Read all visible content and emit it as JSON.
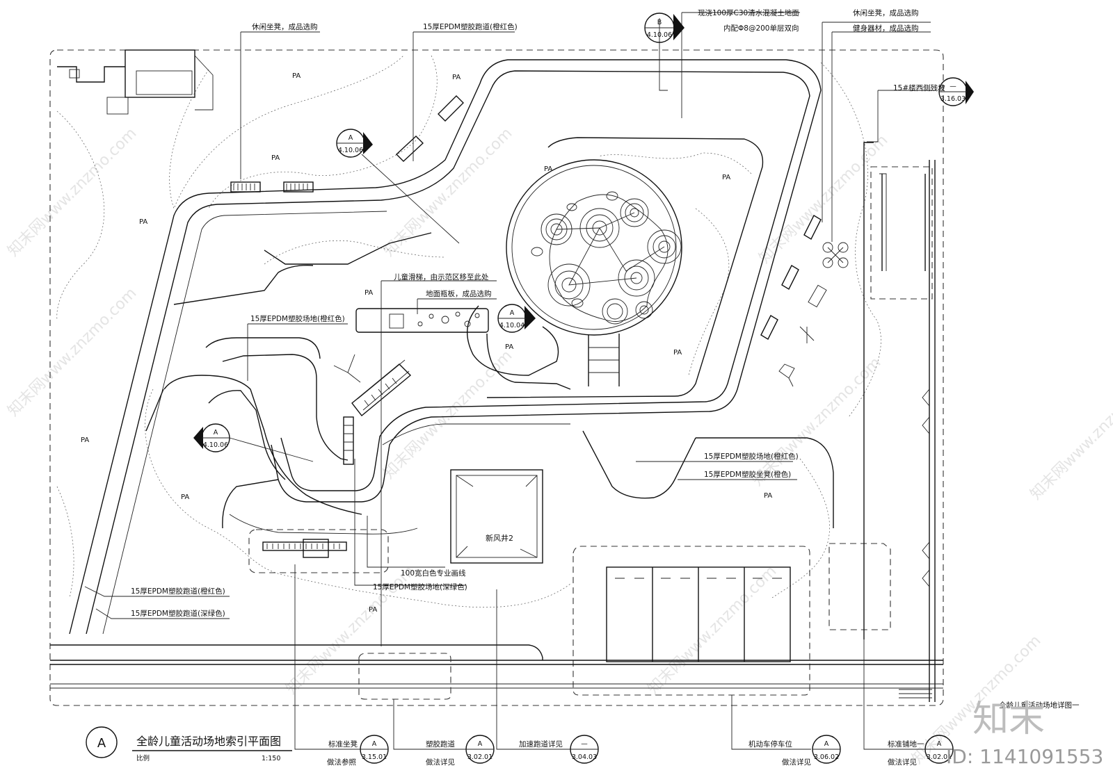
{
  "drawing": {
    "title_marker": "A",
    "title": "全龄儿童活动场地索引平面图",
    "scale_label": "比例",
    "scale": "1:150"
  },
  "annotations": {
    "bench_top": "休闲坐凳，成品选购",
    "track_top": "15厚EPDM塑胶跑道(橙红色)",
    "concrete_line1": "现浇100厚C30清水混凝土地面",
    "concrete_line2": "内配Φ8@200单层双向",
    "bench_right_line1": "休闲坐凳，成品选购",
    "bench_right_line2": "健身器材，成品选购",
    "ramp": "15#楼西侧残坡",
    "slide_line1": "儿童滑梯，由示范区移至此处",
    "slide_line2": "地面瓶板，成品选购",
    "epdm_field_orange": "15厚EPDM塑胶场地(橙红色)",
    "epdm_field_orange_right": "15厚EPDM塑胶场地(橙红色)",
    "epdm_bench_orange": "15厚EPDM塑胶坐凳(橙色)",
    "fresh_air_shaft": "新风井2",
    "white_line": "100宽白色专业画线",
    "epdm_field_green": "15厚EPDM塑胶场地(深绿色)",
    "epdm_track_orange": "15厚EPDM塑胶跑道(橙红色)",
    "epdm_track_green": "15厚EPDM塑胶跑道(深绿色)",
    "detail_ref_right": "全龄儿童活动场地详图一"
  },
  "pa_label": "PA",
  "callouts": [
    {
      "top": "A",
      "bottom": "4.10.06"
    },
    {
      "top": "B",
      "bottom": "4.10.06"
    },
    {
      "top": "A",
      "bottom": "4.10.04"
    },
    {
      "top": "A",
      "bottom": "4.10.06"
    },
    {
      "top": "—",
      "bottom": "3.16.03"
    }
  ],
  "bottom_index": [
    {
      "line1": "标准坐凳",
      "line2": "做法参照",
      "top": "A",
      "bottom": "3.15.01"
    },
    {
      "line1": "塑胶跑道",
      "line2": "做法详见",
      "top": "A",
      "bottom": "3.02.01"
    },
    {
      "line1": "加速跑道详见",
      "line2": "",
      "top": "—",
      "bottom": "3.04.03"
    },
    {
      "line1": "机动车停车位",
      "line2": "做法详见",
      "top": "A",
      "bottom": "3.06.02"
    },
    {
      "line1": "标准铺地一",
      "line2": "做法详见",
      "top": "A",
      "bottom": "3.02.01"
    }
  ],
  "watermark": {
    "brand": "知末",
    "id_label": "ID: 1141091553",
    "diagonal": "知末网www.znzmo.com"
  }
}
